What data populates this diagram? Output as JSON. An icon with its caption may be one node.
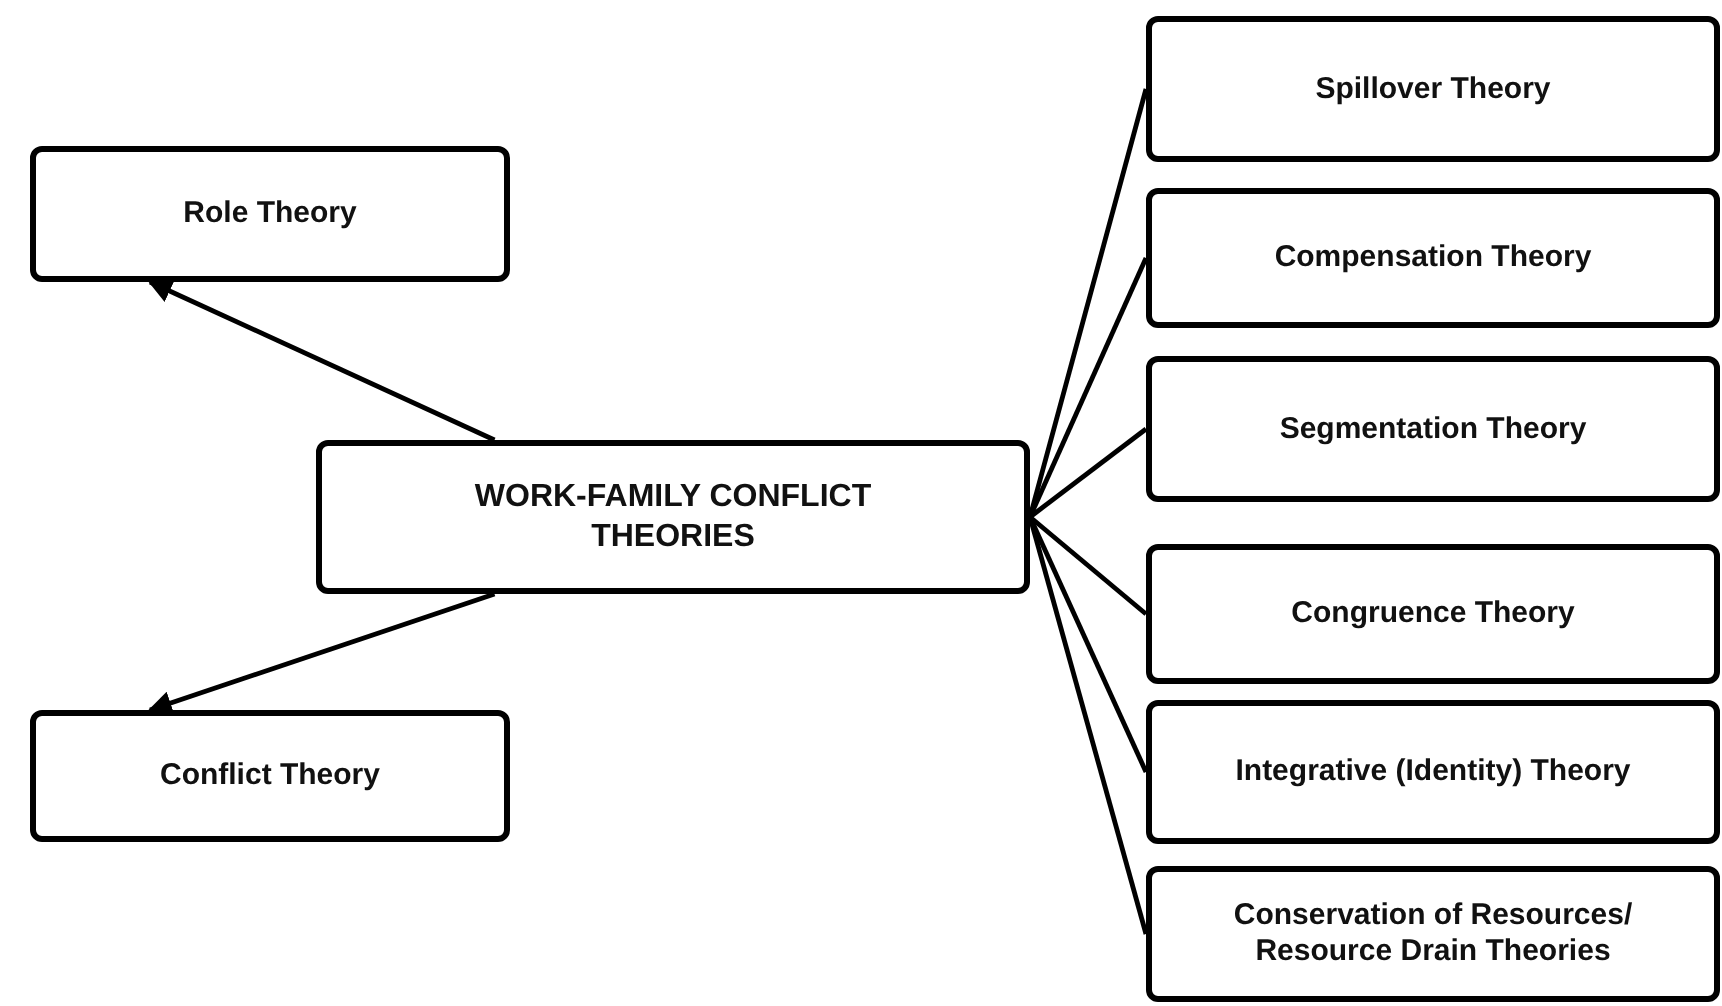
{
  "diagram": {
    "nodes": [
      {
        "text": [
          "Role Theory"
        ]
      },
      {
        "text": [
          "WORK-FAMILY CONFLICT THEORIES"
        ]
      },
      {
        "text": [
          "Conflict Theory"
        ]
      },
      {
        "text": [
          "Spillover Theory"
        ]
      },
      {
        "text": [
          "Compensation Theory"
        ]
      },
      {
        "text": [
          "Segmentation Theory"
        ]
      },
      {
        "text": [
          "Congruence Theory"
        ]
      },
      {
        "text": [
          "Integrative (Identity) Theory"
        ]
      },
      {
        "text": [
          "Conservation of Resources/ Resource Drain Theories"
        ]
      }
    ],
    "edges": [
      {
        "from": 1,
        "to": 0,
        "arrow": "to"
      },
      {
        "from": 1,
        "to": 2,
        "arrow": "to"
      },
      {
        "from": 1,
        "to": 3,
        "arrow": "none"
      },
      {
        "from": 1,
        "to": 4,
        "arrow": "none"
      },
      {
        "from": 1,
        "to": 5,
        "arrow": "none"
      },
      {
        "from": 1,
        "to": 6,
        "arrow": "none"
      },
      {
        "from": 1,
        "to": 7,
        "arrow": "none"
      },
      {
        "from": 1,
        "to": 8,
        "arrow": "none"
      }
    ]
  }
}
